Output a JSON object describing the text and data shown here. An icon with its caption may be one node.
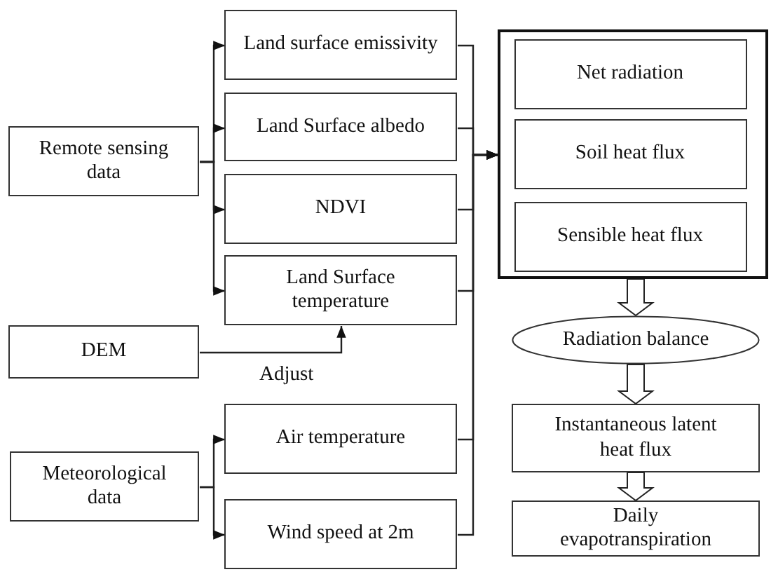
{
  "diagram": {
    "nodes": [
      {
        "text": [
          "Remote sensing data"
        ]
      },
      {
        "text": [
          "DEM"
        ]
      },
      {
        "text": [
          "Meteorological data"
        ]
      },
      {
        "text": [
          "Land surface emissivity"
        ]
      },
      {
        "text": [
          "Land Surface albedo"
        ]
      },
      {
        "text": [
          "NDVI"
        ]
      },
      {
        "text": [
          "Land Surface temperature"
        ]
      },
      {
        "text": [
          "Air temperature"
        ]
      },
      {
        "text": [
          "Wind speed at 2m"
        ]
      },
      {
        "text": [],
        "shape": "box"
      },
      {
        "text": [
          "Net radiation"
        ],
        "in": 9
      },
      {
        "text": [
          "Soil heat flux"
        ],
        "in": 9
      },
      {
        "text": [
          "Sensible heat flux"
        ],
        "in": 9
      },
      {
        "text": [
          "Radiation balance"
        ]
      },
      {
        "text": [
          "Instantaneous latent heat flux"
        ]
      },
      {
        "text": [
          "Daily evapotranspiration"
        ]
      }
    ],
    "edges": [
      {
        "from": 0,
        "to": 3,
        "arrow": "to"
      },
      {
        "from": 0,
        "to": 4,
        "arrow": "to"
      },
      {
        "from": 0,
        "to": 5,
        "arrow": "to"
      },
      {
        "from": 0,
        "to": 6,
        "arrow": "to"
      },
      {
        "from": 1,
        "to": 6,
        "arrow": "to",
        "label": "Adjust"
      },
      {
        "from": 2,
        "to": 7,
        "arrow": "to"
      },
      {
        "from": 2,
        "to": 8,
        "arrow": "to"
      },
      {
        "from": 3,
        "to": 9,
        "arrow": "to"
      },
      {
        "from": 4,
        "to": 9,
        "arrow": "to"
      },
      {
        "from": 5,
        "to": 9,
        "arrow": "to"
      },
      {
        "from": 6,
        "to": 9,
        "arrow": "to"
      },
      {
        "from": 7,
        "to": 9,
        "arrow": "to"
      },
      {
        "from": 8,
        "to": 9,
        "arrow": "to"
      },
      {
        "from": 9,
        "to": 13,
        "arrow": "to",
        "style": "thick"
      },
      {
        "from": 13,
        "to": 14,
        "arrow": "to",
        "style": "thick"
      },
      {
        "from": 14,
        "to": 15,
        "arrow": "to",
        "style": "thick"
      }
    ]
  }
}
